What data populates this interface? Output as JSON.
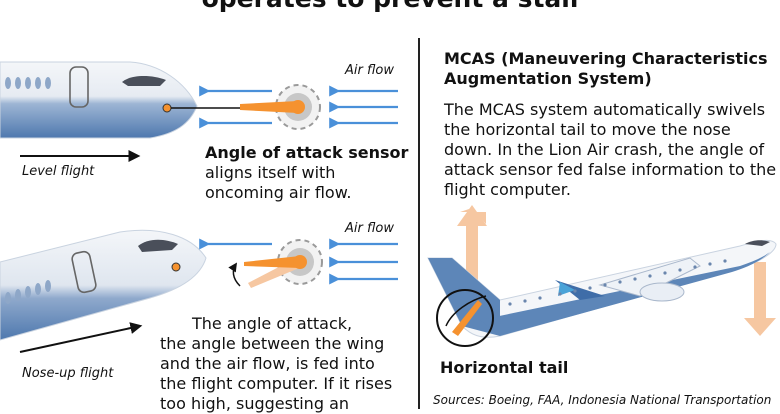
{
  "title": "operates to prevent a stall",
  "left_top": {
    "airflow_label": "Air flow",
    "flight_label": "Level flight",
    "sensor_title": "Angle of attack sensor",
    "sensor_desc_1": "aligns itself with",
    "sensor_desc_2": "oncoming air flow."
  },
  "left_bottom": {
    "airflow_label": "Air flow",
    "flight_label": "Nose-up flight",
    "desc_lines": [
      "The angle of attack,",
      "the angle between the wing",
      "and the air flow, is fed into",
      "the flight computer. If it rises",
      "too high, suggesting an"
    ]
  },
  "right": {
    "mcas_title": "MCAS (Maneuvering Characteristics Augmentation System)",
    "mcas_body": "The MCAS system automatically swivels the horizontal tail to move the nose down. In the Lion Air crash, the angle of attack sensor fed false information to the flight computer.",
    "tail_label": "Horizontal tail",
    "sources": "Sources: Boeing, FAA, Indonesia National Transportation"
  },
  "colors": {
    "fuselage_white": "#f4f6f9",
    "fuselage_blue": "#5d86b8",
    "airflow_blue": "#4a90d9",
    "sensor_orange": "#f5922f",
    "sensor_circle": "#b8b8b8",
    "arrow_peach": "#f6c7a1"
  }
}
